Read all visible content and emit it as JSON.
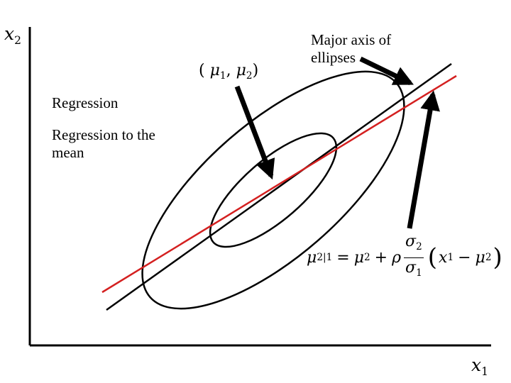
{
  "axes": {
    "x_label": "x",
    "x_sub": "1",
    "y_label": "x",
    "y_sub": "2"
  },
  "mean_label": {
    "open": "(",
    "mu1": "μ",
    "mu1_sub": "1",
    "sep": ",",
    "mu2": "μ",
    "mu2_sub": "2",
    "close": ")"
  },
  "annotations": {
    "major_axis": "Major axis of ellipses",
    "regression": "Regression",
    "regression_to_mean": "Regression to the mean"
  },
  "formula": {
    "lhs": "μ",
    "lhs_sub": "2|1",
    "eq": "=",
    "term1": "μ",
    "term1_sub": "2",
    "plus": "+",
    "rho": "ρ",
    "num": "σ",
    "num_sub": "2",
    "den": "σ",
    "den_sub": "1",
    "open": "(",
    "x": "x",
    "x_sub": "1",
    "minus": "−",
    "mu": "μ",
    "mu_sub": "2",
    "close": ")"
  },
  "colors": {
    "ink": "#000000",
    "regression_line": "#d42020",
    "background": "#ffffff"
  }
}
